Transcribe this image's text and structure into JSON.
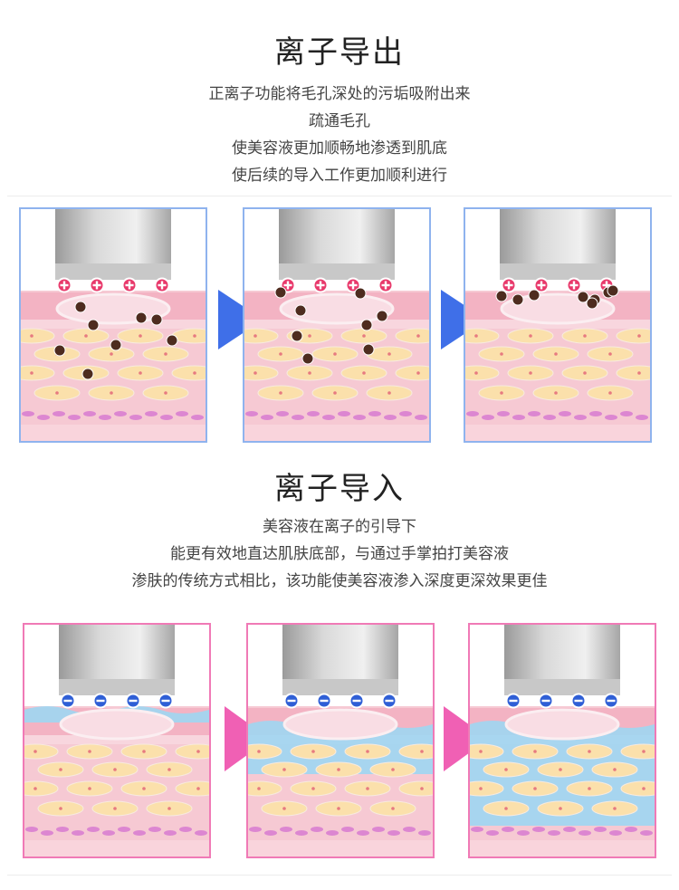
{
  "export_section": {
    "title": "离子导出",
    "lines": [
      "正离子功能将毛孔深处的污垢吸附出来",
      "疏通毛孔",
      "使美容液更加顺畅地渗透到肌底",
      "使后续的导入工作更加顺利进行"
    ],
    "panels": [
      {
        "stage": "start",
        "ion_symbol": "+",
        "ion_color": "#e8396b"
      },
      {
        "stage": "middle",
        "ion_symbol": "+",
        "ion_color": "#e8396b"
      },
      {
        "stage": "end",
        "ion_symbol": "+",
        "ion_color": "#e8396b"
      }
    ],
    "frame_color": "#8fb3ee",
    "arrow_color": "#3f6fe8"
  },
  "import_section": {
    "title": "离子导入",
    "lines": [
      "美容液在离子的引导下",
      "能更有效地直达肌肤底部，与通过手掌拍打美容液",
      "渗肤的传统方式相比，该功能使美容液渗入深度更深效果更佳"
    ],
    "panels": [
      {
        "stage": "start",
        "ion_symbol": "−",
        "ion_color": "#2f5fd6"
      },
      {
        "stage": "middle",
        "ion_symbol": "−",
        "ion_color": "#2f5fd6"
      },
      {
        "stage": "end",
        "ion_symbol": "−",
        "ion_color": "#2f5fd6"
      }
    ],
    "frame_color": "#f07ab6",
    "arrow_color": "#f060b4"
  }
}
